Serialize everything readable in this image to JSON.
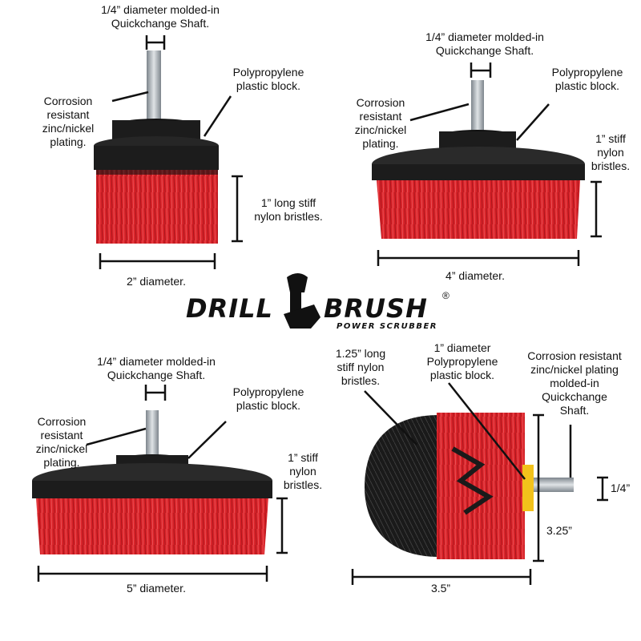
{
  "brand": {
    "word_left": "DRILL",
    "word_right": "BRUSH",
    "registered": "®",
    "tagline": "POWER SCRUBBER",
    "colors": {
      "bristle_red": "#d9242a",
      "bristle_black": "#1a1a1a",
      "block_black": "#1c1c1c",
      "shaft_silver": "#b8bec4",
      "label_yellow": "#f2c21b"
    }
  },
  "brush_2in": {
    "shaft_label": "1/4” diameter molded-in\nQuickchange Shaft.",
    "block_label": "Polypropylene\nplastic block.",
    "plating_label": "Corrosion\nresistant\nzinc/nickel\nplating.",
    "bristle_label": "1” long stiff\nnylon bristles.",
    "diameter_label": "2” diameter."
  },
  "brush_4in": {
    "shaft_label": "1/4” diameter molded-in\nQuickchange Shaft.",
    "block_label": "Polypropylene\nplastic block.",
    "plating_label": "Corrosion\nresistant\nzinc/nickel\nplating.",
    "bristle_label": "1” stiff\nnylon\nbristles.",
    "diameter_label": "4” diameter."
  },
  "brush_5in": {
    "shaft_label": "1/4” diameter molded-in\nQuickchange Shaft.",
    "block_label": "Polypropylene\nplastic block.",
    "plating_label": "Corrosion\nresistant\nzinc/nickel\nplating.",
    "bristle_label": "1” stiff\nnylon\nbristles.",
    "diameter_label": "5” diameter."
  },
  "brush_cone": {
    "bristle_label": "1.25” long\nstiff nylon\nbristles.",
    "block_label": "1” diameter\nPolypropylene\nplastic block.",
    "shaft_label": "Corrosion resistant\nzinc/nickel plating\nmolded-in\nQuickchange\nShaft.",
    "shaft_dim": "1/4”",
    "height_dim": "3.25”",
    "width_dim": "3.5”"
  }
}
